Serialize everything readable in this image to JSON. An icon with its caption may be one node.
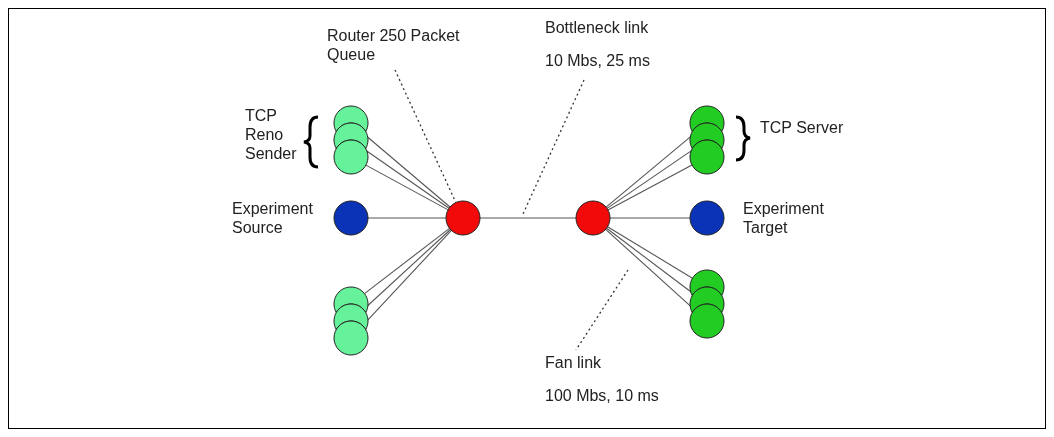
{
  "diagram": {
    "nodes": [
      {
        "text": [
          "Router 250 Packet Queue"
        ]
      },
      {
        "text": [
          "Bottleneck link",
          "10 Mbs, 25 ms"
        ]
      },
      {
        "text": [],
        "shape": "circle"
      },
      {
        "text": [],
        "shape": "circle"
      },
      {
        "text": [],
        "shape": "circle"
      },
      {
        "text": [],
        "shape": "circle",
        "beside": [
          "Experiment Source"
        ]
      },
      {
        "text": [],
        "shape": "circle"
      },
      {
        "text": [],
        "shape": "circle"
      },
      {
        "text": [],
        "shape": "circle"
      },
      {
        "text": [],
        "shape": "circle"
      },
      {
        "text": [],
        "shape": "circle"
      },
      {
        "text": [],
        "shape": "circle"
      },
      {
        "text": [],
        "shape": "circle"
      },
      {
        "text": [],
        "shape": "circle"
      },
      {
        "text": [],
        "shape": "circle",
        "beside": [
          "Experiment Target"
        ]
      },
      {
        "text": [],
        "shape": "circle"
      },
      {
        "text": [],
        "shape": "circle"
      },
      {
        "text": [],
        "shape": "circle"
      },
      {
        "text": [
          "Fan link",
          "100 Mbs, 10 ms"
        ]
      }
    ],
    "edges": [
      {
        "from": 2,
        "to": 9,
        "arrow": "none"
      },
      {
        "from": 3,
        "to": 9,
        "arrow": "none"
      },
      {
        "from": 4,
        "to": 9,
        "arrow": "none"
      },
      {
        "from": 5,
        "to": 9,
        "arrow": "none"
      },
      {
        "from": 6,
        "to": 9,
        "arrow": "none"
      },
      {
        "from": 7,
        "to": 9,
        "arrow": "none"
      },
      {
        "from": 8,
        "to": 9,
        "arrow": "none"
      },
      {
        "from": 9,
        "to": 10,
        "arrow": "none"
      },
      {
        "from": 10,
        "to": 11,
        "arrow": "none"
      },
      {
        "from": 10,
        "to": 12,
        "arrow": "none"
      },
      {
        "from": 10,
        "to": 13,
        "arrow": "none"
      },
      {
        "from": 10,
        "to": 14,
        "arrow": "none"
      },
      {
        "from": 10,
        "to": 15,
        "arrow": "none"
      },
      {
        "from": 10,
        "to": 16,
        "arrow": "none"
      },
      {
        "from": 10,
        "to": 17,
        "arrow": "none"
      },
      {
        "from": 0,
        "to": 9,
        "arrow": "none",
        "style": "dashed"
      },
      {
        "from": 1,
        "to": null,
        "arrow": "none",
        "style": "dashed"
      },
      {
        "from": 18,
        "to": null,
        "arrow": "none",
        "style": "dashed"
      }
    ],
    "labels": [
      "TCP Reno Sender",
      "TCP Server"
    ]
  }
}
